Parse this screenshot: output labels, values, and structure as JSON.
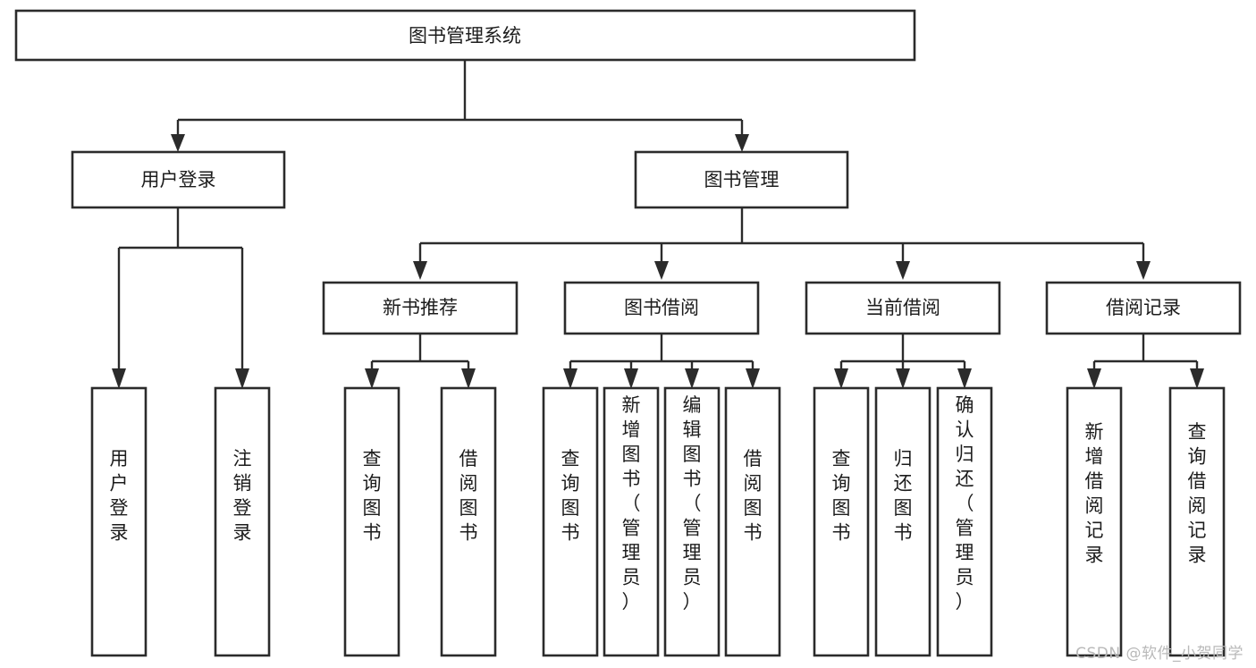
{
  "diagram": {
    "title": "图书管理系统",
    "type": "tree",
    "watermark": "CSDN @软件_小贺同学",
    "levels": {
      "root": "图书管理系统",
      "level2": [
        "用户登录",
        "图书管理"
      ],
      "level3": [
        "新书推荐",
        "图书借阅",
        "当前借阅",
        "借阅记录"
      ],
      "leaves": [
        "用户登录",
        "注销登录",
        "查询图书",
        "借阅图书",
        "查询图书",
        "新增图书（管理员）",
        "编辑图书（管理员）",
        "借阅图书",
        "查询图书",
        "归还图书",
        "确认归还（管理员）",
        "新增借阅记录",
        "查询借阅记录"
      ]
    },
    "nodes": {
      "root": {
        "label": "图书管理系统"
      },
      "user_login": {
        "label": "用户登录"
      },
      "book_manage": {
        "label": "图书管理"
      },
      "new_book_rec": {
        "label": "新书推荐"
      },
      "book_borrow": {
        "label": "图书借阅"
      },
      "current_borrow": {
        "label": "当前借阅"
      },
      "borrow_record": {
        "label": "借阅记录"
      },
      "leaf_user_login": {
        "label": "用户登录"
      },
      "leaf_logout": {
        "label": "注销登录"
      },
      "leaf_query_book_1": {
        "label": "查询图书"
      },
      "leaf_borrow_book_1": {
        "label": "借阅图书"
      },
      "leaf_query_book_2": {
        "label": "查询图书"
      },
      "leaf_add_book": {
        "label": "新增图书（管理员）"
      },
      "leaf_edit_book": {
        "label": "编辑图书（管理员）"
      },
      "leaf_borrow_book_2": {
        "label": "借阅图书"
      },
      "leaf_query_book_3": {
        "label": "查询图书"
      },
      "leaf_return_book": {
        "label": "归还图书"
      },
      "leaf_confirm_return": {
        "label": "确认归还（管理员）"
      },
      "leaf_add_record": {
        "label": "新增借阅记录"
      },
      "leaf_query_record": {
        "label": "查询借阅记录"
      }
    },
    "colors": {
      "stroke": "#2b2b2b",
      "fill": "#ffffff",
      "text": "#1c1c1c",
      "watermark": "#b9b9b9",
      "background": "#ffffff"
    },
    "edges": [
      {
        "from": "图书管理系统",
        "to": "用户登录"
      },
      {
        "from": "图书管理系统",
        "to": "图书管理"
      },
      {
        "from": "图书管理",
        "to": "新书推荐"
      },
      {
        "from": "图书管理",
        "to": "图书借阅"
      },
      {
        "from": "图书管理",
        "to": "当前借阅"
      },
      {
        "from": "图书管理",
        "to": "借阅记录"
      },
      {
        "from": "用户登录",
        "to": "用户登录"
      },
      {
        "from": "用户登录",
        "to": "注销登录"
      },
      {
        "from": "新书推荐",
        "to": "查询图书"
      },
      {
        "from": "新书推荐",
        "to": "借阅图书"
      },
      {
        "from": "图书借阅",
        "to": "查询图书"
      },
      {
        "from": "图书借阅",
        "to": "新增图书（管理员）"
      },
      {
        "from": "图书借阅",
        "to": "编辑图书（管理员）"
      },
      {
        "from": "图书借阅",
        "to": "借阅图书"
      },
      {
        "from": "当前借阅",
        "to": "查询图书"
      },
      {
        "from": "当前借阅",
        "to": "归还图书"
      },
      {
        "from": "当前借阅",
        "to": "确认归还（管理员）"
      },
      {
        "from": "借阅记录",
        "to": "新增借阅记录"
      },
      {
        "from": "借阅记录",
        "to": "查询借阅记录"
      }
    ]
  }
}
